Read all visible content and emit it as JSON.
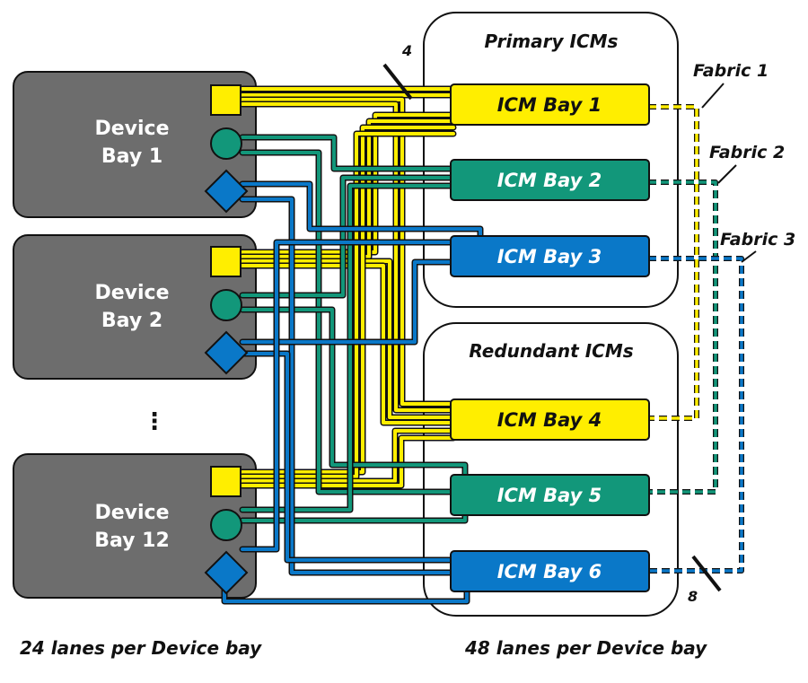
{
  "device_bays": [
    {
      "line1": "Device",
      "line2": "Bay 1"
    },
    {
      "line1": "Device",
      "line2": "Bay 2"
    },
    {
      "line1": "Device",
      "line2": "Bay 12"
    }
  ],
  "ellipsis": "⋮",
  "groups": {
    "primary": "Primary ICMs",
    "redundant": "Redundant ICMs"
  },
  "icm_bays": [
    {
      "label": "ICM Bay 1",
      "color": "#ffee00"
    },
    {
      "label": "ICM Bay 2",
      "color": "#12977a"
    },
    {
      "label": "ICM Bay 3",
      "color": "#0a78c8"
    },
    {
      "label": "ICM Bay 4",
      "color": "#ffee00"
    },
    {
      "label": "ICM Bay 5",
      "color": "#12977a"
    },
    {
      "label": "ICM Bay 6",
      "color": "#0a78c8"
    }
  ],
  "fabrics": [
    "Fabric 1",
    "Fabric 2",
    "Fabric 3"
  ],
  "lane_counts": {
    "top": "4",
    "bottom": "8"
  },
  "footer": {
    "left": "24 lanes per Device bay",
    "right": "48 lanes per Device bay"
  },
  "colors": {
    "device_box": "#6d6d6d",
    "fabric_yellow": "#ffee00",
    "fabric_green": "#12977a",
    "fabric_blue": "#0a78c8"
  }
}
